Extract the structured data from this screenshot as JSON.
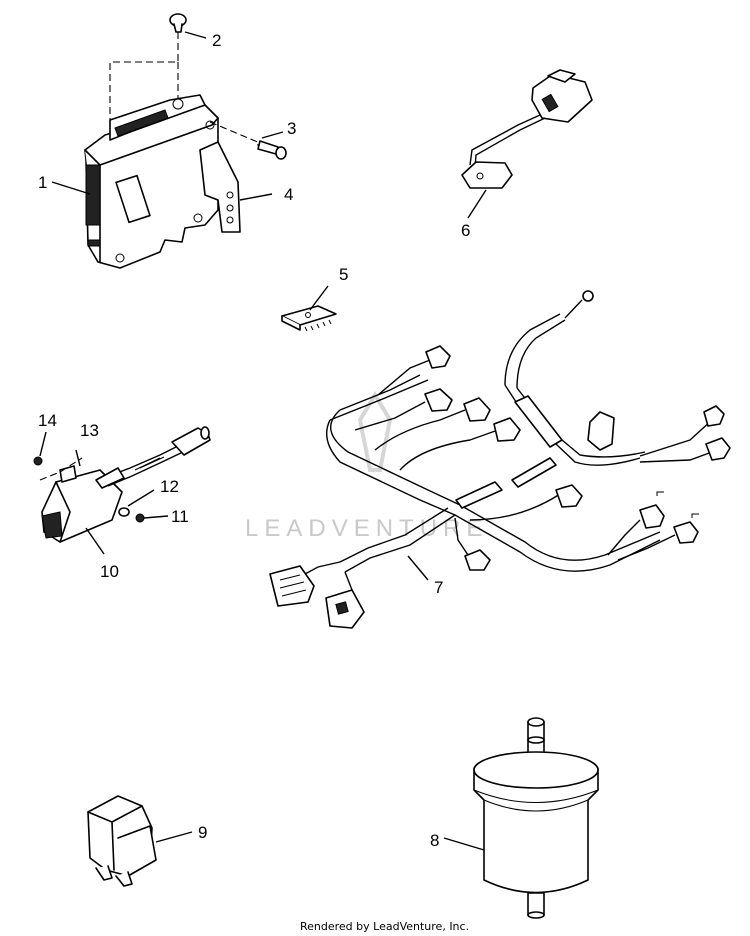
{
  "diagram": {
    "callouts": {
      "c1": "1",
      "c2": "2",
      "c3": "3",
      "c4": "4",
      "c5": "5",
      "c6": "6",
      "c7": "7",
      "c8": "8",
      "c9": "9",
      "c10": "10",
      "c11": "11",
      "c12": "12",
      "c13": "13",
      "c14": "14"
    },
    "watermark": "LEADVENTURE",
    "footer": "Rendered by LeadVenture, Inc."
  },
  "colors": {
    "ink": "#000000",
    "paper": "#ffffff",
    "watermark": "#c9c9c9"
  }
}
